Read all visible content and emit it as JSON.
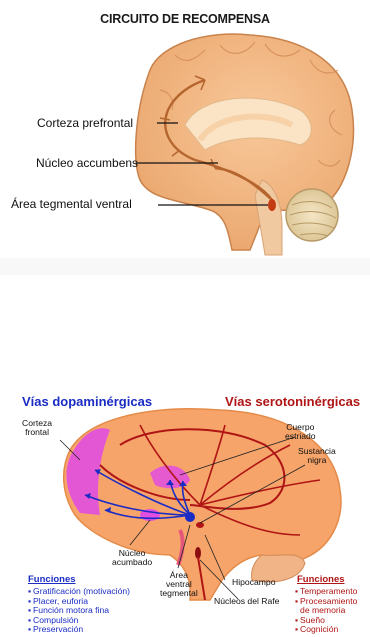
{
  "top": {
    "title": "CIRCUITO DE RECOMPENSA",
    "labels": [
      "Corteza prefrontal",
      "Núcleo accumbens",
      "Área tegmental ventral"
    ]
  },
  "bottom": {
    "title_dopa": "Vías dopaminérgicas",
    "title_sero": "Vías serotoninérgicas",
    "labels": {
      "corteza_frontal": [
        "Corteza",
        "frontal"
      ],
      "cuerpo_estriado": [
        "Cuerpo",
        "estriado"
      ],
      "sustancia_nigra": [
        "Sustancia",
        "nigra"
      ],
      "nucleo_acumbado": [
        "Núcleo",
        "acumbado"
      ],
      "area_ventral": [
        "Área",
        "ventral",
        "tegmental"
      ],
      "hipocampo": "Hipocampo",
      "nucleos_rafe": "Núcleos del Rafe"
    },
    "functions_left": {
      "heading": "Funciones",
      "items": [
        "Gratificación (motivación)",
        "Placer, euforia",
        "Función motora fina",
        "Compulsión",
        "Preservación"
      ]
    },
    "functions_right": {
      "heading": "Funciones",
      "items": [
        "Temperamento",
        "Procesamiento",
        "de memoria",
        "Sueño",
        "Cognición"
      ]
    },
    "colors": {
      "dopamine": "#1a2cc4",
      "serotonin": "#b01515",
      "brain": "#f6a46a",
      "pink": "#e24fe0"
    }
  }
}
